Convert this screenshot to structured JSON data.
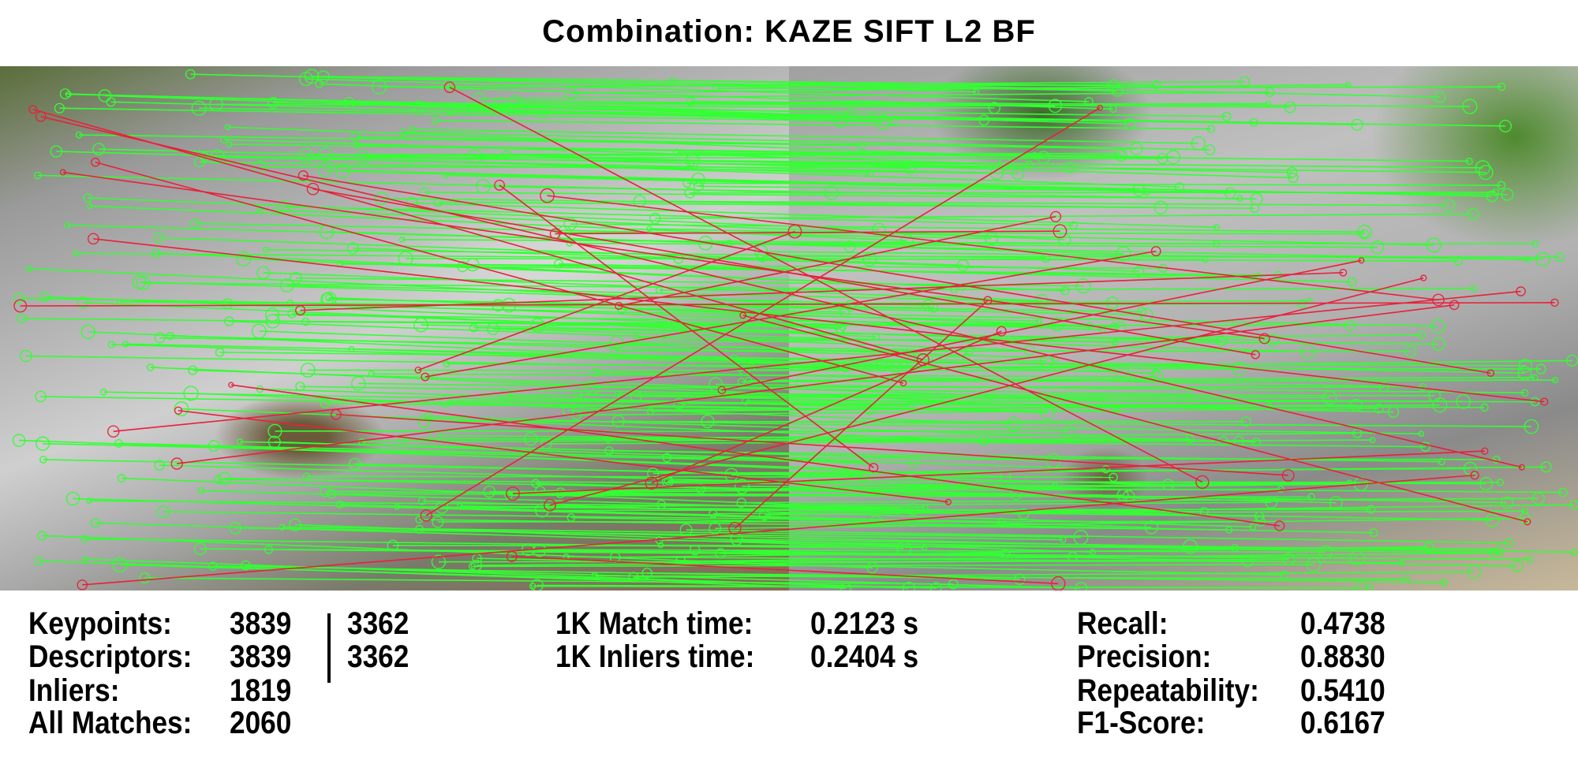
{
  "title": "Combination: KAZE SIFT L2 BF",
  "colors": {
    "inlier": "#33ff33",
    "outlier": "#e8203a"
  },
  "stats": {
    "keypoints": {
      "label": "Keypoints:",
      "left": "3839",
      "right": "3362"
    },
    "descriptors": {
      "label": "Descriptors:",
      "left": "3839",
      "right": "3362"
    },
    "inliers": {
      "label": "Inliers:",
      "value": "1819"
    },
    "all_matches": {
      "label": "All Matches:",
      "value": "2060"
    },
    "match_time": {
      "label": "1K Match time:",
      "value": "0.2123 s"
    },
    "inliers_time": {
      "label": "1K Inliers time:",
      "value": "0.2404 s"
    },
    "recall": {
      "label": "Recall:",
      "value": "0.4738"
    },
    "precision": {
      "label": "Precision:",
      "value": "0.8830"
    },
    "repeatability": {
      "label": "Repeatability:",
      "value": "0.5410"
    },
    "f1": {
      "label": "F1-Score:",
      "value": "0.6167"
    }
  }
}
